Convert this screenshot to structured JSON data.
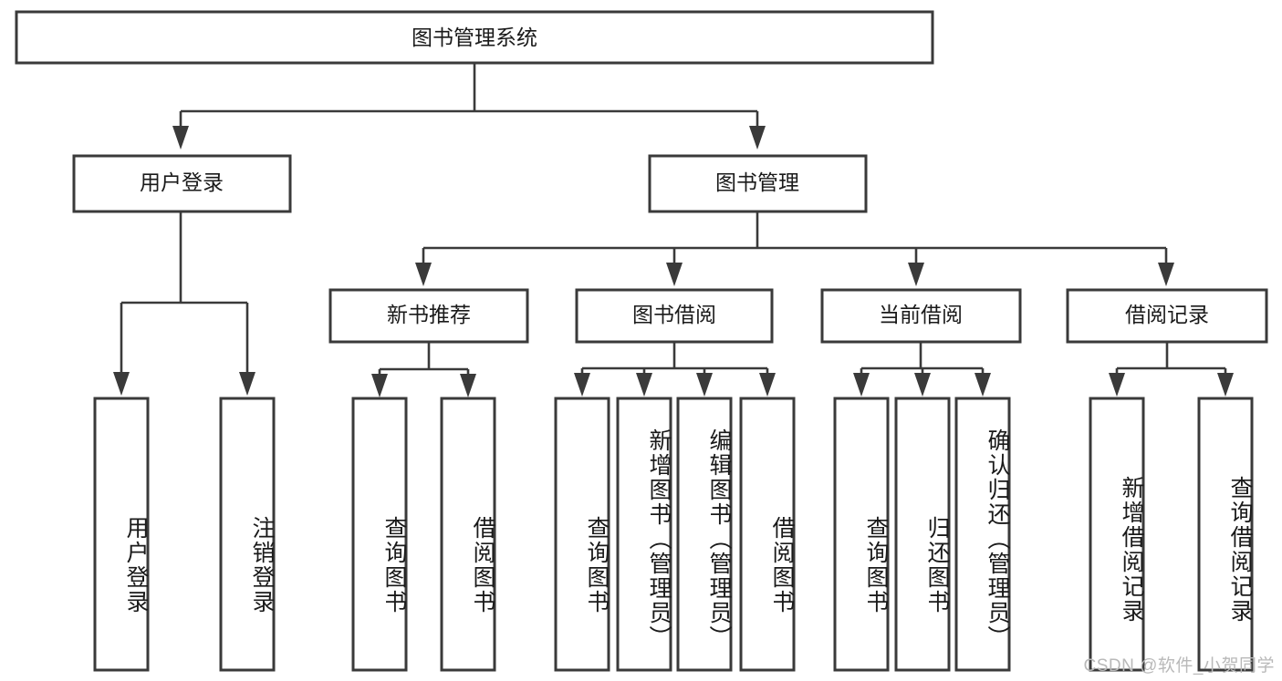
{
  "diagram": {
    "title": "图书管理系统",
    "type": "tree-hierarchy-diagram",
    "root": {
      "label": "图书管理系统"
    },
    "level2": [
      {
        "label": "用户登录"
      },
      {
        "label": "图书管理"
      }
    ],
    "level3": [
      {
        "label": "新书推荐"
      },
      {
        "label": "图书借阅"
      },
      {
        "label": "当前借阅"
      },
      {
        "label": "借阅记录"
      }
    ],
    "leaves": {
      "user_login": [
        {
          "label": "用户登录"
        },
        {
          "label": "注销登录"
        }
      ],
      "new_book_recommend": [
        {
          "label": "查询图书"
        },
        {
          "label": "借阅图书"
        }
      ],
      "book_borrow": [
        {
          "label": "查询图书"
        },
        {
          "label": "新增图书（管理员）"
        },
        {
          "label": "编辑图书（管理员）"
        },
        {
          "label": "借阅图书"
        }
      ],
      "current_borrow": [
        {
          "label": "查询图书"
        },
        {
          "label": "归还图书"
        },
        {
          "label": "确认归还（管理员）"
        }
      ],
      "borrow_record": [
        {
          "label": "新增借阅记录"
        },
        {
          "label": "查询借阅记录"
        }
      ]
    },
    "watermark": "CSDN @软件_小贺同学",
    "colors": {
      "stroke": "#3a3a3a",
      "fill": "#ffffff",
      "text": "#1a1a1a",
      "watermark": "#b9b9b9"
    }
  }
}
